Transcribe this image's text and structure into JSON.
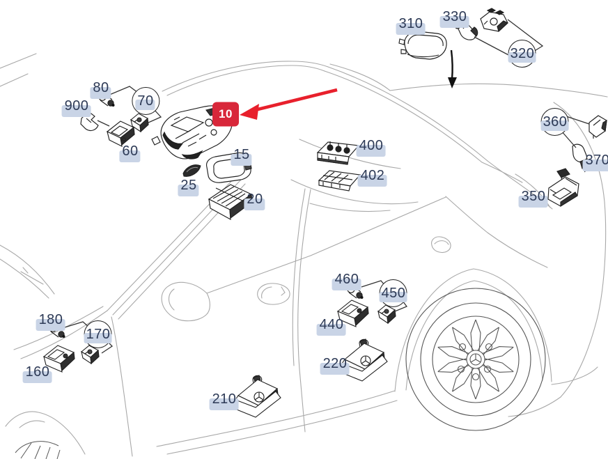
{
  "diagram": {
    "title": "Vehicle interior lighting parts diagram",
    "vehicle": "sedan side/three-quarter line drawing",
    "selected_part": "10",
    "colors": {
      "selected_badge": "#d8273a",
      "selection_arrow": "#e8202c",
      "label_background": "#c9d4e6",
      "label_text": "#2d3a56",
      "body_line": "#a8a8a8",
      "part_line": "#1f1f1f"
    },
    "markers": [
      {
        "name": "selection-arrow",
        "color": "#e8202c",
        "points_to": "10"
      },
      {
        "name": "direction-arrow",
        "color": "#111111"
      }
    ]
  },
  "parts": [
    {
      "label": "10",
      "highlighted": true
    },
    {
      "label": "80"
    },
    {
      "label": "70",
      "circled": true
    },
    {
      "label": "900"
    },
    {
      "label": "60"
    },
    {
      "label": "15"
    },
    {
      "label": "25"
    },
    {
      "label": "20"
    },
    {
      "label": "310"
    },
    {
      "label": "330"
    },
    {
      "label": "320",
      "circled": true
    },
    {
      "label": "360",
      "circled": true
    },
    {
      "label": "370"
    },
    {
      "label": "350"
    },
    {
      "label": "400"
    },
    {
      "label": "402"
    },
    {
      "label": "460"
    },
    {
      "label": "450",
      "circled": true
    },
    {
      "label": "440"
    },
    {
      "label": "180"
    },
    {
      "label": "170",
      "circled": true
    },
    {
      "label": "160"
    },
    {
      "label": "210"
    },
    {
      "label": "220"
    }
  ]
}
